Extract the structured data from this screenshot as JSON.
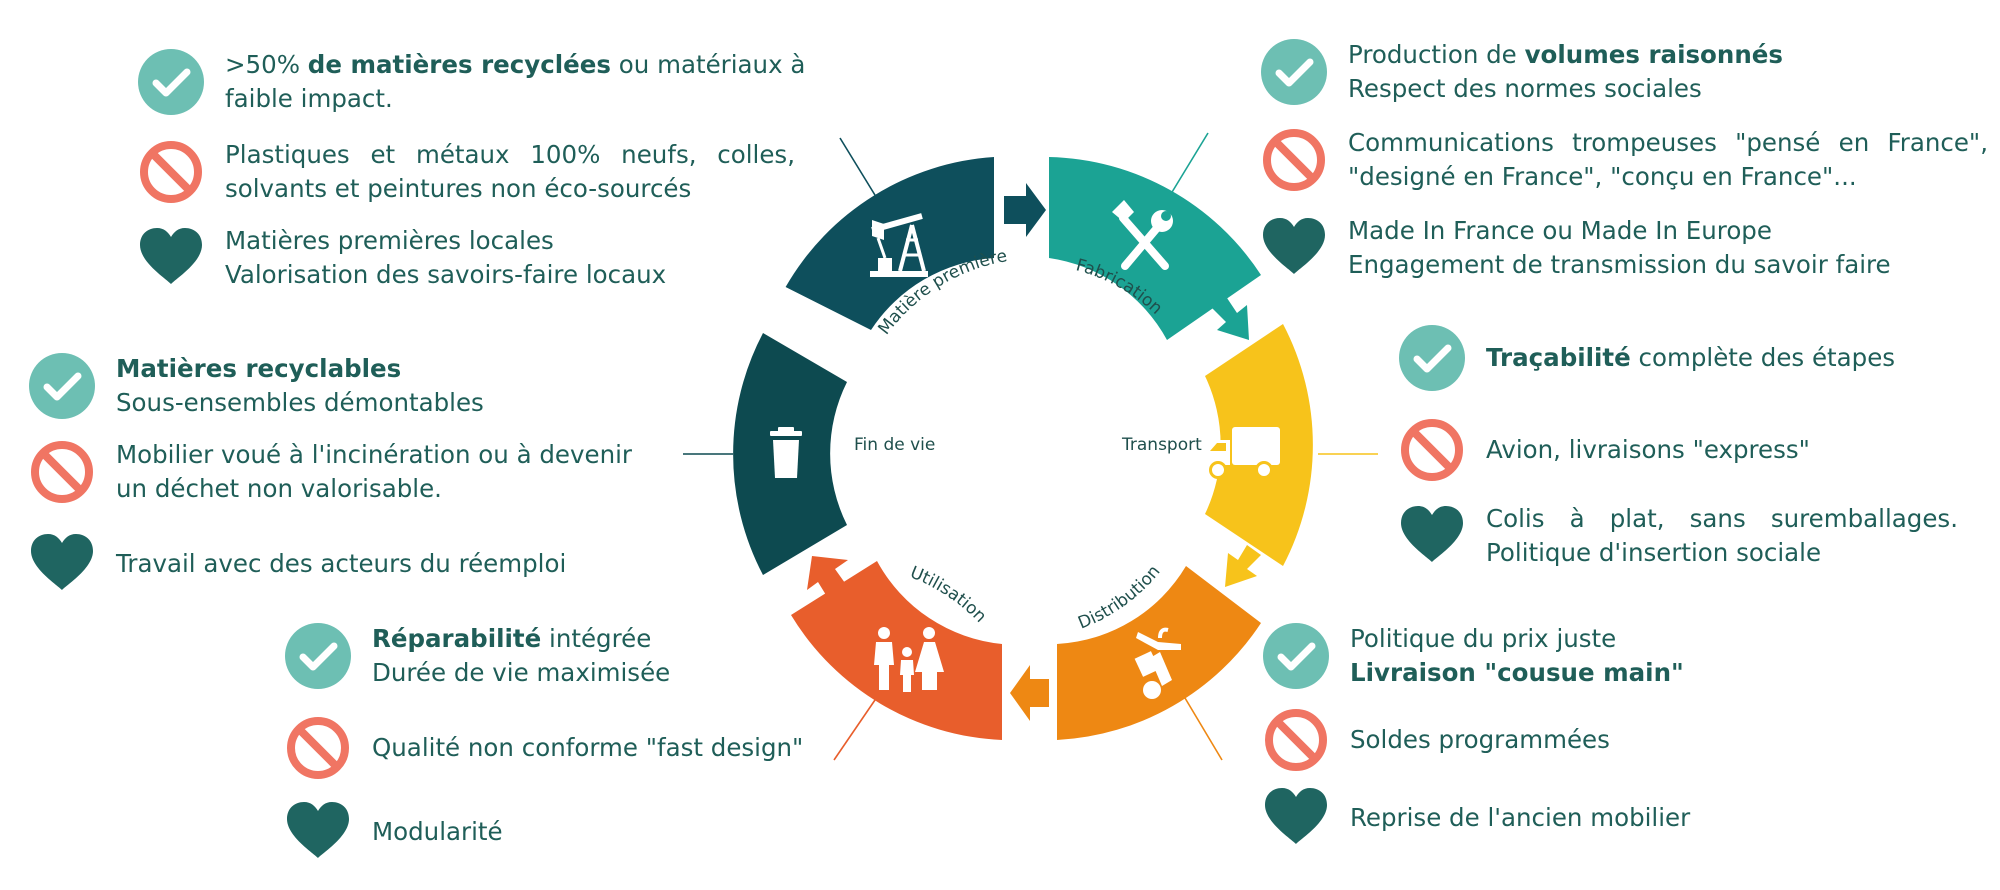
{
  "colors": {
    "text": "#1f5e58",
    "check": "#6dbfb3",
    "forbid": "#f07563",
    "heart": "#1f6561",
    "matiere": "#0e4f5c",
    "fabrication": "#1ba394",
    "transport": "#f7c31b",
    "distribution": "#ee8813",
    "utilisation": "#e85e2c",
    "fin_de_vie": "#0d4a50"
  },
  "segments": {
    "matiere": "Matière première",
    "fabrication": "Fabrication",
    "transport": "Transport",
    "distribution": "Distribution",
    "utilisation": "Utilisation",
    "fin_de_vie": "Fin de vie"
  },
  "groups": {
    "matiere": [
      {
        "icon": "check-icon",
        "before": ">50% ",
        "bold": "de matières recyclées",
        "after": " ou matériaux à",
        "line2": "faible impact."
      },
      {
        "icon": "forbidden-icon",
        "line1": "Plastiques et métaux 100% neufs, colles,",
        "line2": "solvants et peintures non éco-sourcés"
      },
      {
        "icon": "heart-icon",
        "line1": "Matières premières locales",
        "line2": "Valorisation des savoirs-faire locaux"
      }
    ],
    "fabrication": [
      {
        "icon": "check-icon",
        "before": "Production de ",
        "bold": "volumes raisonnés",
        "after": "",
        "line2": "Respect des normes sociales"
      },
      {
        "icon": "forbidden-icon",
        "line1": "Communications trompeuses \"pensé en France\",",
        "line2": "\"designé en France\", \"conçu en France\"..."
      },
      {
        "icon": "heart-icon",
        "line1": "Made In France ou Made In Europe",
        "line2": "Engagement de transmission du savoir faire"
      }
    ],
    "transport": [
      {
        "icon": "check-icon",
        "before": "",
        "bold": "Traçabilité",
        "after": " complète des étapes"
      },
      {
        "icon": "forbidden-icon",
        "line1": "Avion, livraisons \"express\""
      },
      {
        "icon": "heart-icon",
        "line1": "Colis à plat, sans suremballages.",
        "line2": "Politique d'insertion sociale"
      }
    ],
    "fin_de_vie": [
      {
        "icon": "check-icon",
        "before": "",
        "bold": "Matières recyclables",
        "after": "",
        "line2": "Sous-ensembles démontables"
      },
      {
        "icon": "forbidden-icon",
        "line1": "Mobilier voué à l'incinération ou à devenir",
        "line2": "un déchet non valorisable."
      },
      {
        "icon": "heart-icon",
        "line1": "Travail avec des acteurs du réemploi"
      }
    ],
    "utilisation": [
      {
        "icon": "check-icon",
        "before": "",
        "bold": "Réparabilité",
        "after": " intégrée",
        "line2": "Durée de vie maximisée"
      },
      {
        "icon": "forbidden-icon",
        "line1": "Qualité non conforme \"fast design\""
      },
      {
        "icon": "heart-icon",
        "line1": "Modularité"
      }
    ],
    "distribution": [
      {
        "icon": "check-icon",
        "line1": "Politique du prix juste",
        "before": "",
        "bold": "Livraison \"cousue main\"",
        "after": ""
      },
      {
        "icon": "forbidden-icon",
        "line1": "Soldes programmées"
      },
      {
        "icon": "heart-icon",
        "line1": "Reprise de l'ancien mobilier"
      }
    ]
  }
}
